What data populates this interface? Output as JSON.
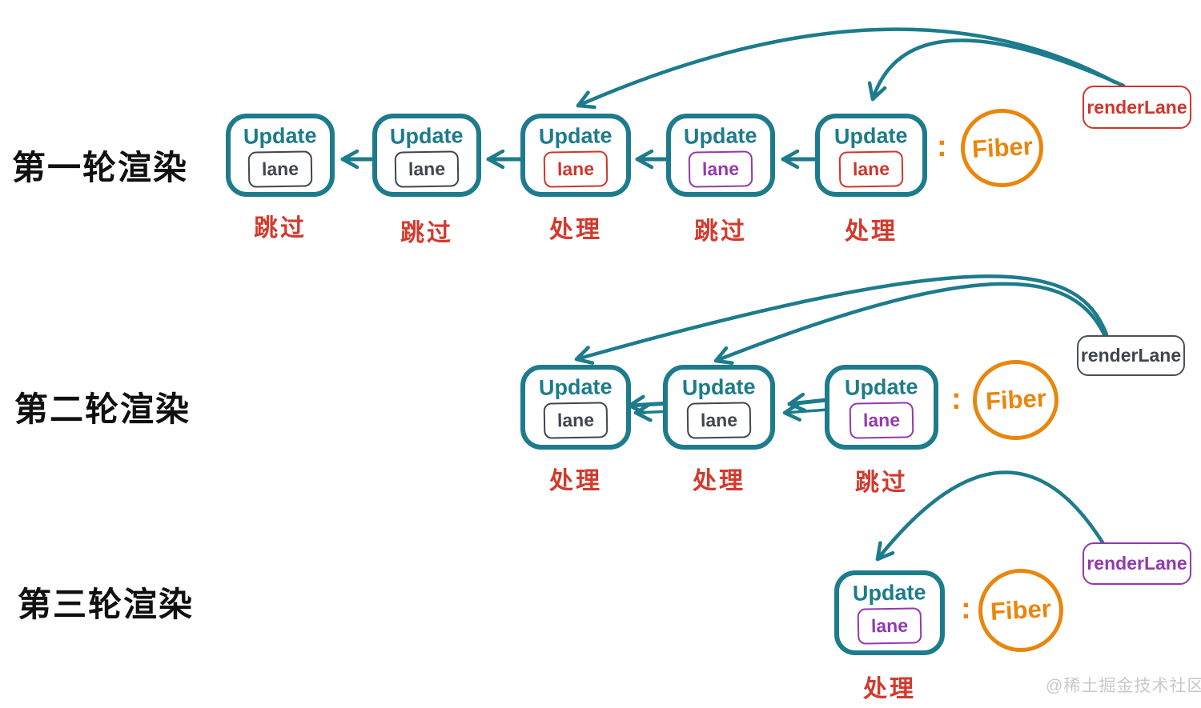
{
  "colors": {
    "teal": "#1d7b8c",
    "red": "#cf362b",
    "status_red": "#d23a2e",
    "purple": "#9239ae",
    "gray": "#40464d",
    "orange": "#e8860d",
    "watermark_gray": "#c9c9c9"
  },
  "watermark": "@稀土掘金技术社区",
  "rows": [
    {
      "label": "第一轮渲染",
      "colon": ":",
      "fiber_label": "Fiber",
      "render_lane": {
        "label": "renderLane",
        "style": "border-color:#cf362b;color:#cf362b"
      },
      "boxes": [
        {
          "title": "Update",
          "lane": "lane",
          "lane_color_name": "gray",
          "lane_style": "border-color:#40464d;color:#40464d",
          "status": "跳过"
        },
        {
          "title": "Update",
          "lane": "lane",
          "lane_color_name": "gray",
          "lane_style": "border-color:#40464d;color:#40464d",
          "status": "跳过"
        },
        {
          "title": "Update",
          "lane": "lane",
          "lane_color_name": "red",
          "lane_style": "border-color:#cf362b;color:#cf362b",
          "status": "处理"
        },
        {
          "title": "Update",
          "lane": "lane",
          "lane_color_name": "purple",
          "lane_style": "border-color:#9239ae;color:#9239ae",
          "status": "跳过"
        },
        {
          "title": "Update",
          "lane": "lane",
          "lane_color_name": "red",
          "lane_style": "border-color:#cf362b;color:#cf362b",
          "status": "处理"
        }
      ]
    },
    {
      "label": "第二轮渲染",
      "colon": ":",
      "fiber_label": "Fiber",
      "render_lane": {
        "label": "renderLane",
        "style": "border-color:#4a5057;color:#3f454c"
      },
      "boxes": [
        {
          "title": "Update",
          "lane": "lane",
          "lane_color_name": "gray",
          "lane_style": "border-color:#40464d;color:#40464d",
          "status": "处理"
        },
        {
          "title": "Update",
          "lane": "lane",
          "lane_color_name": "gray",
          "lane_style": "border-color:#40464d;color:#40464d",
          "status": "处理"
        },
        {
          "title": "Update",
          "lane": "lane",
          "lane_color_name": "purple",
          "lane_style": "border-color:#9239ae;color:#9239ae",
          "status": "跳过"
        }
      ]
    },
    {
      "label": "第三轮渲染",
      "colon": ":",
      "fiber_label": "Fiber",
      "render_lane": {
        "label": "renderLane",
        "style": "border-color:#9239ae;color:#9239ae"
      },
      "boxes": [
        {
          "title": "Update",
          "lane": "lane",
          "lane_color_name": "purple",
          "lane_style": "border-color:#9239ae;color:#9239ae",
          "status": "处理"
        }
      ]
    }
  ]
}
